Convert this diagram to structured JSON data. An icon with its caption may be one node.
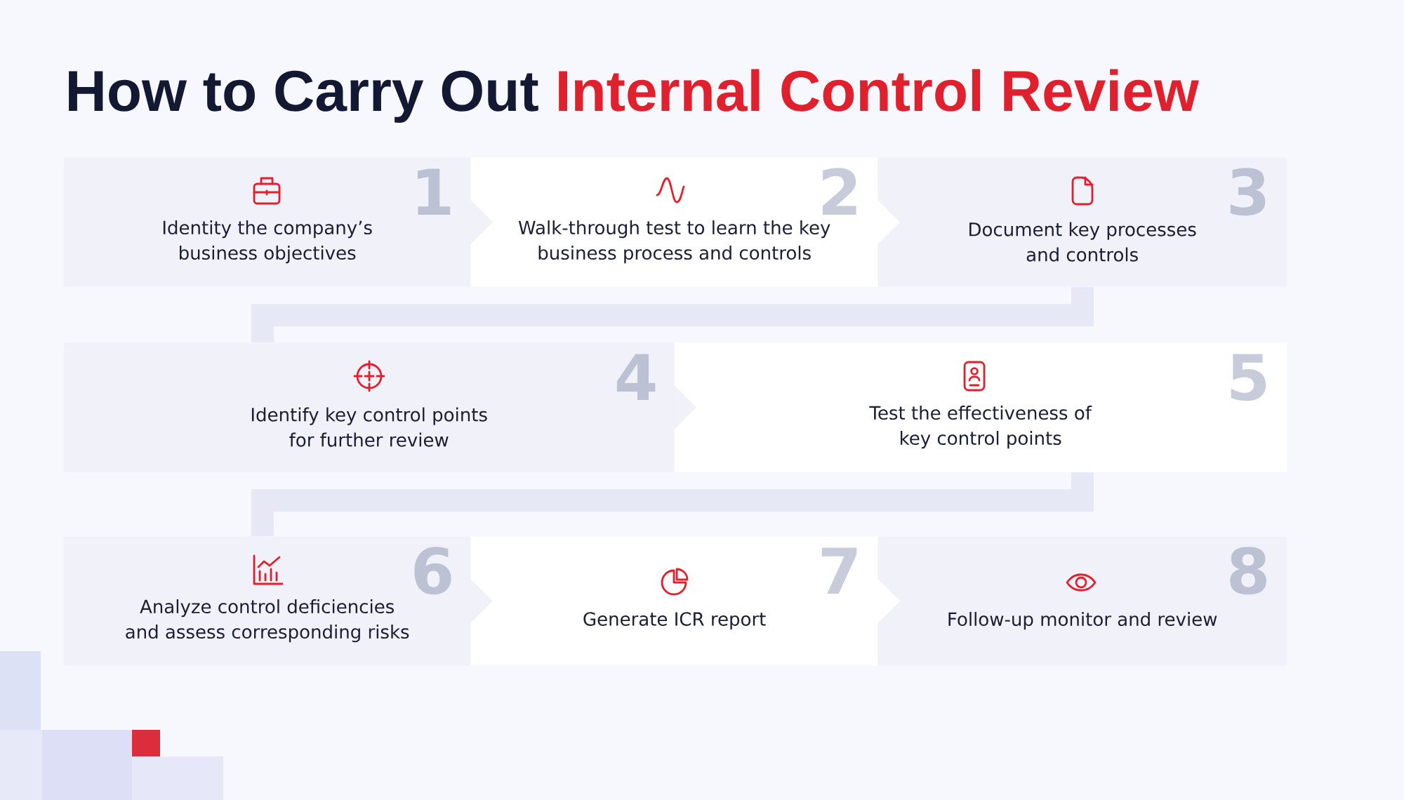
{
  "diagram": {
    "title": "How to Carry Out Internal Control Review",
    "nodes": [
      {
        "text": [
          "1",
          "Identity the company’s business objectives"
        ]
      },
      {
        "text": [
          "2",
          "Walk-through test to learn the key business process and controls"
        ]
      },
      {
        "text": [
          "3",
          "Document key processes and controls"
        ]
      },
      {
        "text": [
          "4",
          "Identify key control points for further review"
        ]
      },
      {
        "text": [
          "5",
          "Test the effectiveness of key control points"
        ]
      },
      {
        "text": [
          "6",
          "Analyze control deficiencies and assess corresponding risks"
        ]
      },
      {
        "text": [
          "7",
          "Generate ICR report"
        ]
      },
      {
        "text": [
          "8",
          "Follow-up monitor and review"
        ]
      }
    ],
    "edges": [
      {
        "from": 0,
        "to": 1,
        "arrow": "to"
      },
      {
        "from": 1,
        "to": 2,
        "arrow": "to",
        "color": "#ffffff"
      },
      {
        "from": 2,
        "to": 3,
        "arrow": "none",
        "color": "#e6e9f5"
      },
      {
        "from": 3,
        "to": 4,
        "arrow": "to"
      },
      {
        "from": 4,
        "to": 5,
        "arrow": "none",
        "color": "#e6e9f5"
      },
      {
        "from": 5,
        "to": 6,
        "arrow": "to"
      },
      {
        "from": 6,
        "to": 7,
        "arrow": "to",
        "color": "#ffffff"
      }
    ]
  }
}
